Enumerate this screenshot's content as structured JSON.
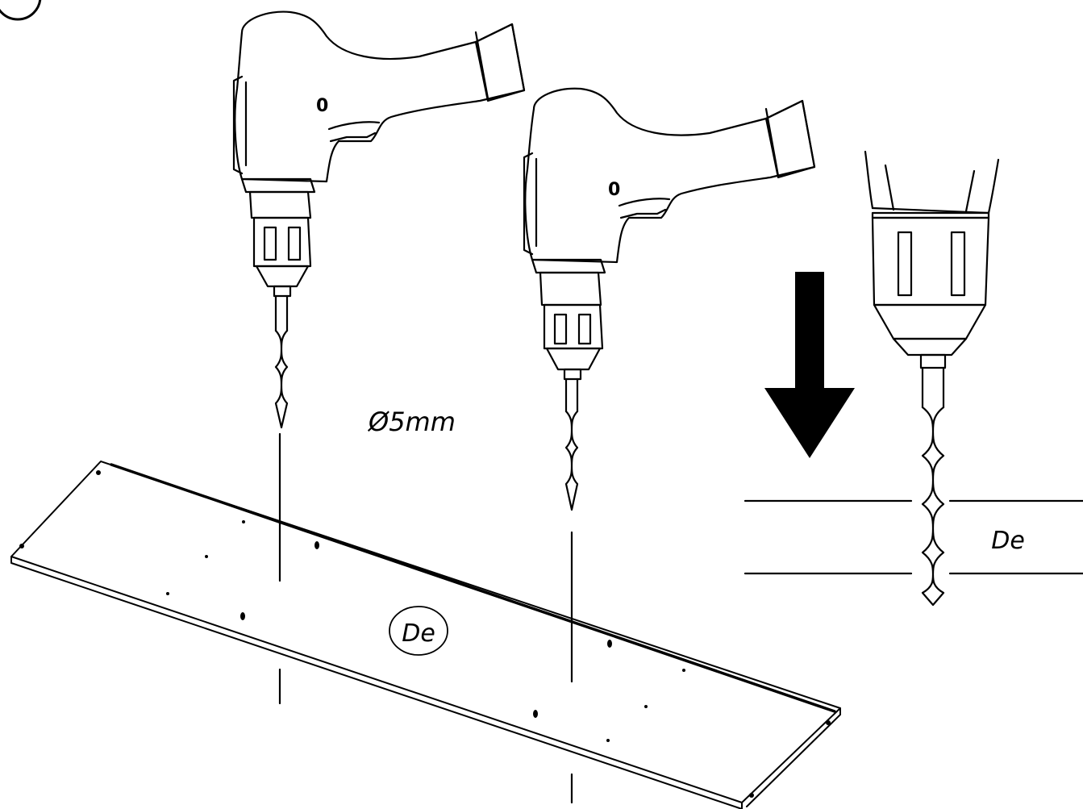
{
  "step": {
    "number": ""
  },
  "drill_left": {
    "switch_label": "0"
  },
  "drill_middle": {
    "switch_label": "0"
  },
  "drill_size_label": "Ø5mm",
  "panel": {
    "part_label": "De"
  },
  "detail": {
    "part_label": "De"
  }
}
